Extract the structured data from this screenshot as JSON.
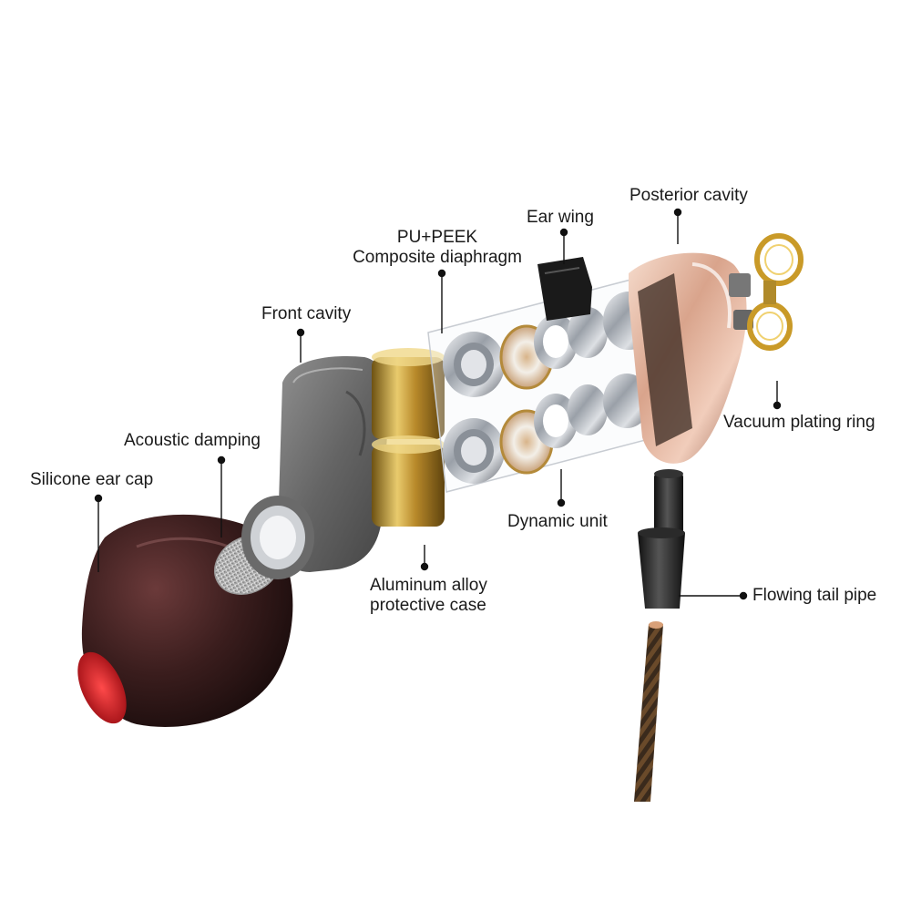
{
  "diagram": {
    "callouts": {
      "posterior_cavity": "Posterior cavity",
      "ear_wing": "Ear wing",
      "diaphragm_line1": "PU+PEEK",
      "diaphragm_line2": "Composite diaphragm",
      "front_cavity": "Front cavity",
      "acoustic_damping": "Acoustic damping",
      "silicone_ear_cap": "Silicone ear cap",
      "vacuum_plating_ring": "Vacuum plating ring",
      "dynamic_unit": "Dynamic unit",
      "case_line1": "Aluminum alloy",
      "case_line2": "protective case",
      "flowing_tail_pipe": "Flowing tail pipe"
    },
    "colors": {
      "ear_cap": "#2a1414",
      "ear_cap_accent": "#c8141e",
      "front_cavity": "#5a5a5a",
      "gold": "#c9a23a",
      "rose_gold": "#e8b9a4",
      "chrome": "#b8bcc4",
      "leader_line": "#111111"
    }
  }
}
